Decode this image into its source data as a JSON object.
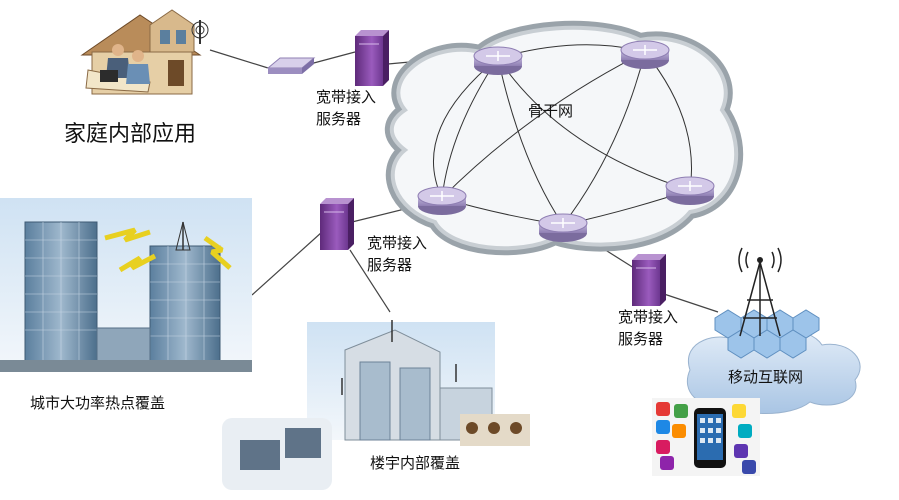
{
  "labels": {
    "home": "家庭内部应用",
    "server1_line1": "宽带接入",
    "server1_line2": "服务器",
    "server2_line1": "宽带接入",
    "server2_line2": "服务器",
    "server3_line1": "宽带接入",
    "server3_line2": "服务器",
    "backbone": "骨干网",
    "mobile": "移动互联网",
    "city": "城市大功率热点覆盖",
    "building": "楼宇内部覆盖"
  },
  "colors": {
    "cloud_fill": "#e8ecf0",
    "cloud_edge": "#a3acb2",
    "router": "#a99ac6",
    "server": "#7b3f98",
    "mobile_cloud": "#c9dbef",
    "hex_cell": "#9dc4ea",
    "link": "#444444"
  }
}
